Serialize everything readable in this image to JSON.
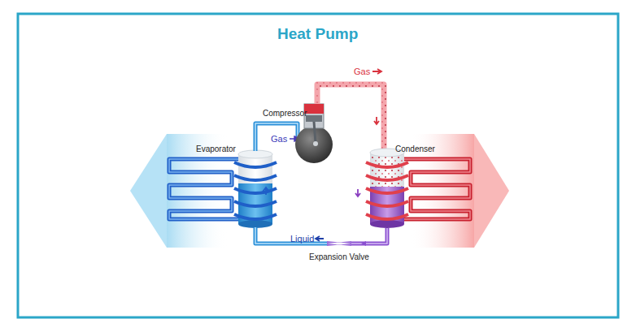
{
  "diagram": {
    "title": "Heat Pump",
    "labels": [
      "Gas",
      "Compressor",
      "Gas",
      "Evaporator",
      "Condenser",
      "Liquid",
      "Expansion Valve"
    ]
  }
}
